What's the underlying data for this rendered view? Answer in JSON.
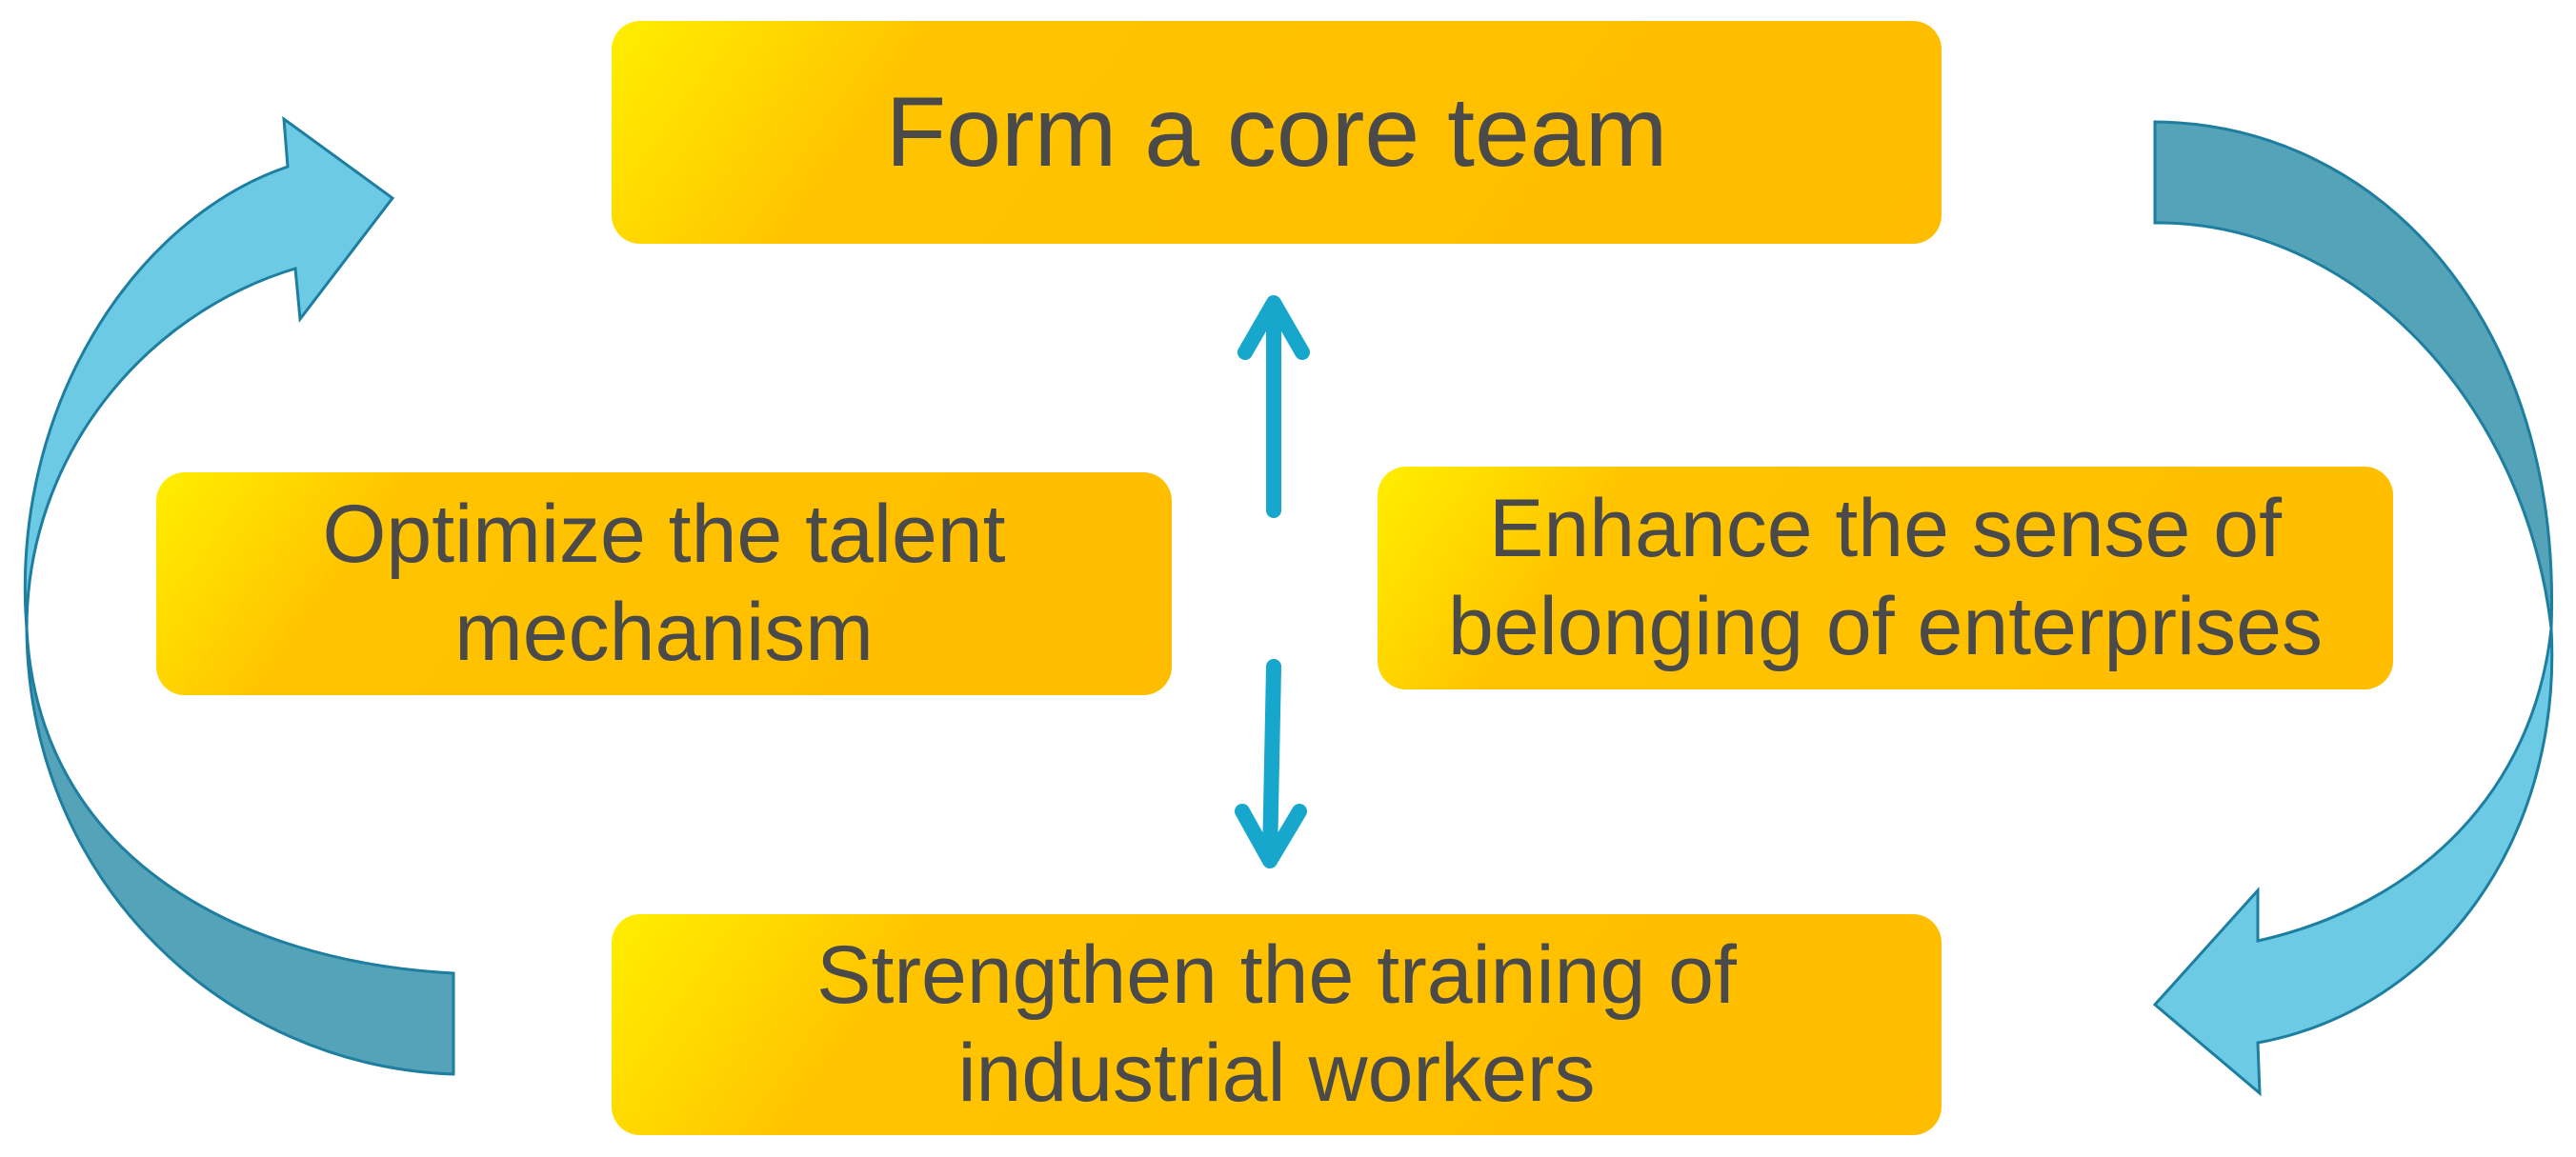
{
  "nodes": {
    "top": {
      "label": "Form a core team"
    },
    "left": {
      "label_line1": "Optimize the talent",
      "label_line2": "mechanism"
    },
    "right": {
      "label_line1": "Enhance the sense of",
      "label_line2": "belonging of enterprises"
    },
    "bottom": {
      "label_line1": "Strengthen the training of",
      "label_line2": "industrial workers"
    }
  },
  "colors": {
    "box_fill_start": "#ffee00",
    "box_fill_end": "#ffbd00",
    "text": "#4a4a4a",
    "arrow_light": "#6ccae5",
    "arrow_dark": "#55a3b8",
    "arrow_stroke": "#1d7ea0",
    "connector": "#17a6cc"
  }
}
